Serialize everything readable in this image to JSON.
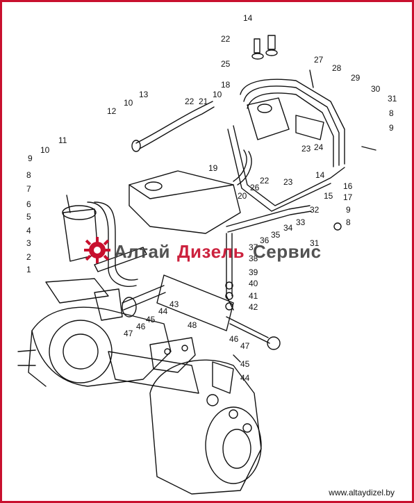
{
  "colors": {
    "border": "#c8102e",
    "ink": "#111111",
    "watermark_dark": "#444444",
    "watermark_accent": "#c8102e"
  },
  "callouts": [
    "14",
    "22",
    "27",
    "28",
    "25",
    "29",
    "30",
    "31",
    "18",
    "10",
    "13",
    "21",
    "22",
    "12",
    "10",
    "8",
    "9",
    "11",
    "10",
    "9",
    "19",
    "26",
    "22",
    "20",
    "23",
    "24",
    "23",
    "14",
    "15",
    "16",
    "17",
    "32",
    "33",
    "9",
    "8",
    "8",
    "7",
    "6",
    "5",
    "4",
    "3",
    "2",
    "1",
    "34",
    "35",
    "36",
    "37",
    "31",
    "38",
    "39",
    "40",
    "41",
    "42",
    "43",
    "44",
    "45",
    "46",
    "47",
    "48",
    "46",
    "47",
    "45",
    "44"
  ],
  "watermark": {
    "part1": "Алтай",
    "part2": "Дизель",
    "part3": "Сервис"
  },
  "footer": {
    "url": "www.altaydizel.by"
  }
}
